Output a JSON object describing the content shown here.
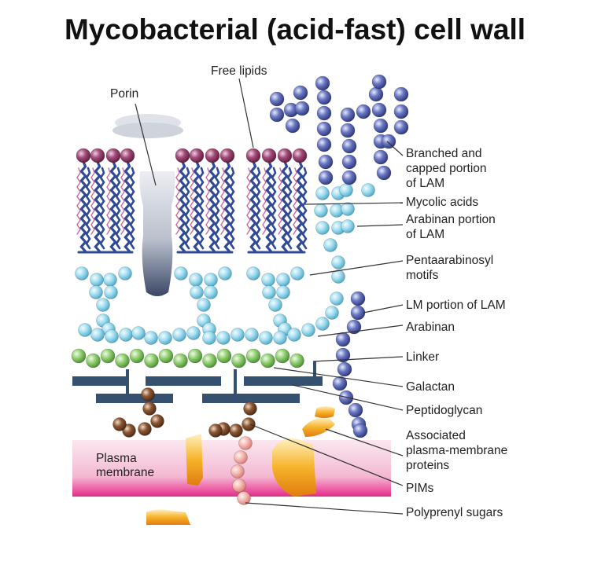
{
  "title": "Mycobacterial (acid-fast) cell wall",
  "labels": {
    "porin": "Porin",
    "free_lipids": "Free lipids",
    "plasma_membrane": [
      "Plasma",
      "membrane"
    ],
    "branched_lam": [
      "Branched and",
      "capped portion",
      "of LAM"
    ],
    "mycolic_acids": [
      "Mycolic acids"
    ],
    "arabinan_lam": [
      "Arabinan portion",
      "of LAM"
    ],
    "pentaarabinosyl": [
      "Pentaarabinosyl",
      "motifs"
    ],
    "lm_portion": [
      "LM portion of LAM"
    ],
    "arabinan": [
      "Arabinan"
    ],
    "linker": [
      "Linker"
    ],
    "galactan": [
      "Galactan"
    ],
    "peptidoglycan": [
      "Peptidoglycan"
    ],
    "associated_proteins": [
      "Associated",
      "plasma-membrane",
      "proteins"
    ],
    "pims": [
      "PIMs"
    ],
    "polyprenyl": [
      "Polyprenyl sugars"
    ]
  },
  "colors": {
    "mycolic_head": "#8a2f5e",
    "mycolic_chain": "#2f4a96",
    "arabinose": "#8fd4ea",
    "galactan": "#86c56a",
    "peptidoglycan": "#35516f",
    "lam_bead": "#4f5da8",
    "pim": "#7a4a2a",
    "polyprenyl": "#f2b3ad",
    "membrane": "#e53a8f",
    "protein": "#f2a41a"
  }
}
